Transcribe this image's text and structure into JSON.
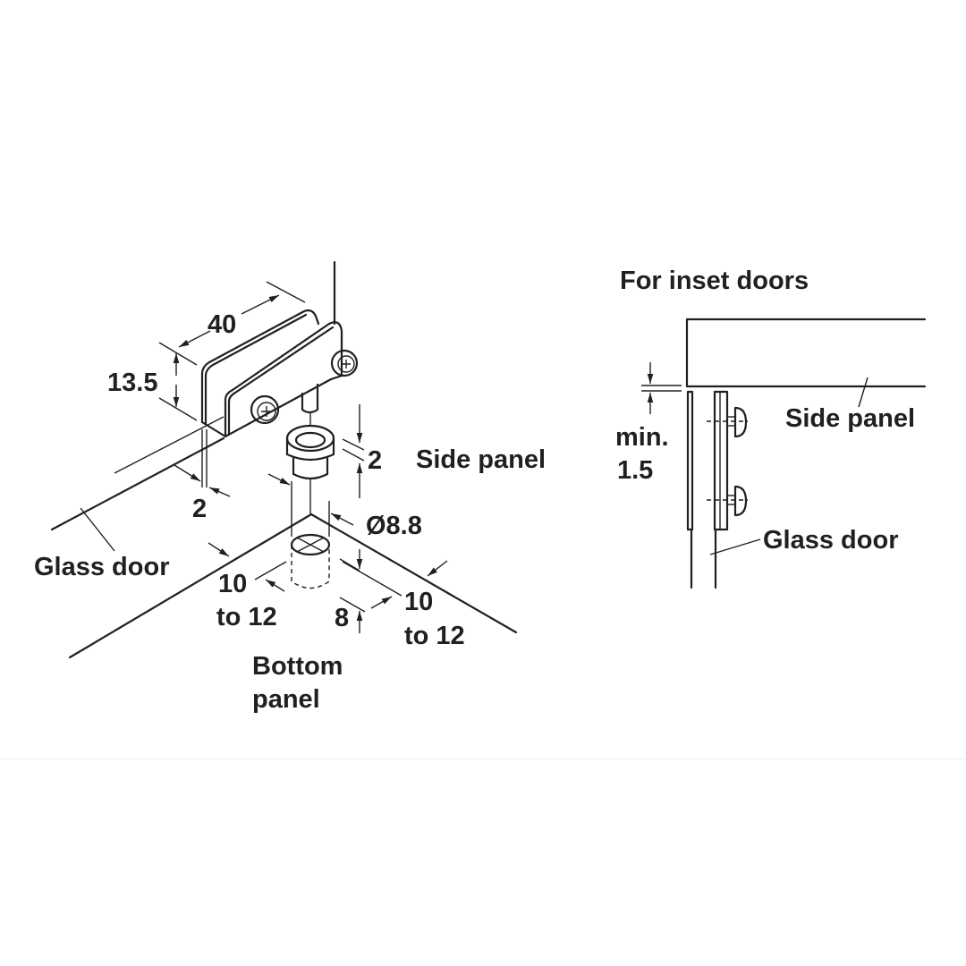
{
  "left_view": {
    "dimensions": {
      "width": "40",
      "height": "13.5",
      "gap": "2",
      "bushing_thickness": "2",
      "diameter": "Ø8.8",
      "edge_left_line1": "10",
      "edge_left_line2": "to 12",
      "depth": "8",
      "edge_right_line1": "10",
      "edge_right_line2": "to 12"
    },
    "labels": {
      "side_panel": "Side panel",
      "glass_door": "Glass door",
      "bottom_panel_line1": "Bottom",
      "bottom_panel_line2": "panel"
    }
  },
  "right_view": {
    "title": "For inset doors",
    "labels": {
      "side_panel": "Side panel",
      "glass_door": "Glass door",
      "min_line1": "min.",
      "min_line2": "1.5"
    }
  }
}
